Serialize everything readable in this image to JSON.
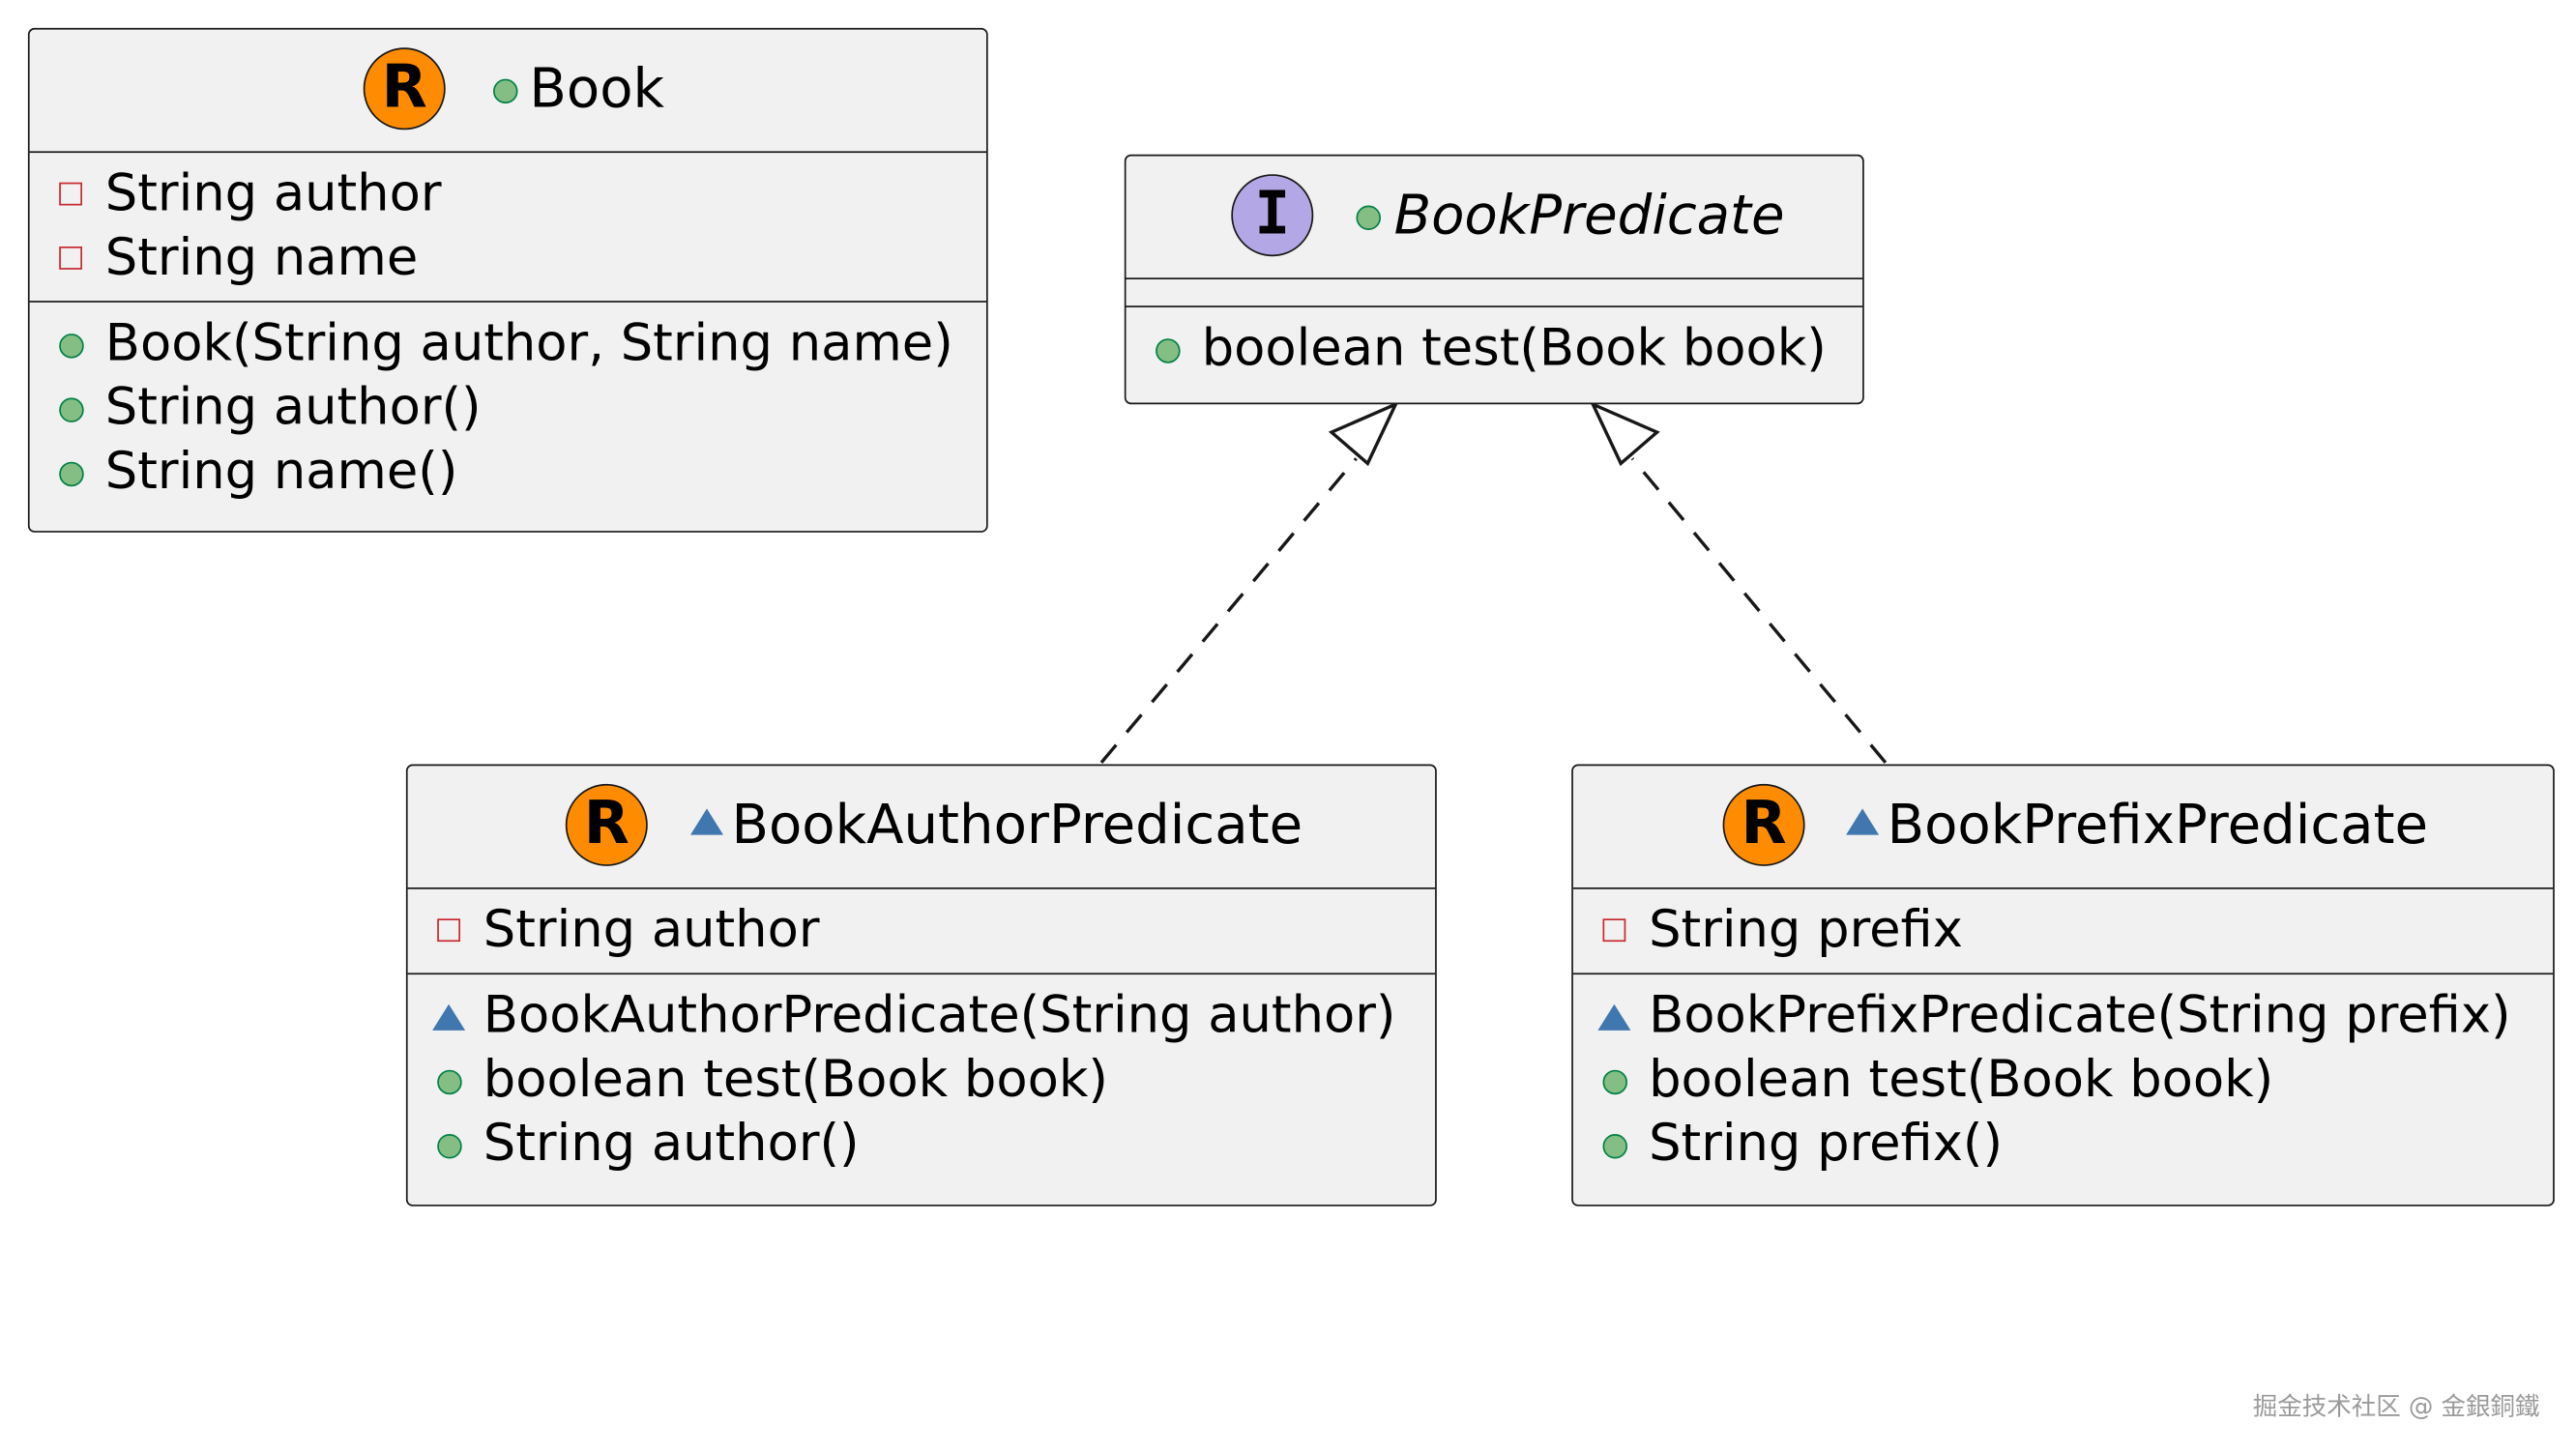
{
  "diagram": {
    "classes": {
      "book": {
        "stereotype": "R",
        "name": "Book",
        "fields": [
          {
            "visibility": "private",
            "text": "String author"
          },
          {
            "visibility": "private",
            "text": "String name"
          }
        ],
        "methods": [
          {
            "visibility": "public",
            "text": "Book(String author, String name)"
          },
          {
            "visibility": "public",
            "text": "String author()"
          },
          {
            "visibility": "public",
            "text": "String name()"
          }
        ]
      },
      "book_predicate": {
        "stereotype": "I",
        "name": "BookPredicate",
        "methods": [
          {
            "visibility": "public",
            "text": "boolean test(Book book)"
          }
        ]
      },
      "book_author_predicate": {
        "stereotype": "R",
        "name": "BookAuthorPredicate",
        "fields": [
          {
            "visibility": "private",
            "text": "String author"
          }
        ],
        "methods": [
          {
            "visibility": "package",
            "text": "BookAuthorPredicate(String author)"
          },
          {
            "visibility": "public",
            "text": "boolean test(Book book)"
          },
          {
            "visibility": "public",
            "text": "String author()"
          }
        ]
      },
      "book_prefix_predicate": {
        "stereotype": "R",
        "name": "BookPrefixPredicate",
        "fields": [
          {
            "visibility": "private",
            "text": "String prefix"
          }
        ],
        "methods": [
          {
            "visibility": "package",
            "text": "BookPrefixPredicate(String prefix)"
          },
          {
            "visibility": "public",
            "text": "boolean test(Book book)"
          },
          {
            "visibility": "public",
            "text": "String prefix()"
          }
        ]
      }
    },
    "relations": [
      {
        "type": "realization",
        "from": "BookAuthorPredicate",
        "to": "BookPredicate"
      },
      {
        "type": "realization",
        "from": "BookPrefixPredicate",
        "to": "BookPredicate"
      }
    ],
    "colors": {
      "box_fill": "#f1f1f1",
      "border": "#181818",
      "record_badge": "#ff8c00",
      "interface_badge": "#b4a7e5",
      "public": "#84be84",
      "private": "#c82930",
      "package": "#4177af"
    }
  },
  "watermark": "掘金技术社区 @ 金銀銅鐵"
}
